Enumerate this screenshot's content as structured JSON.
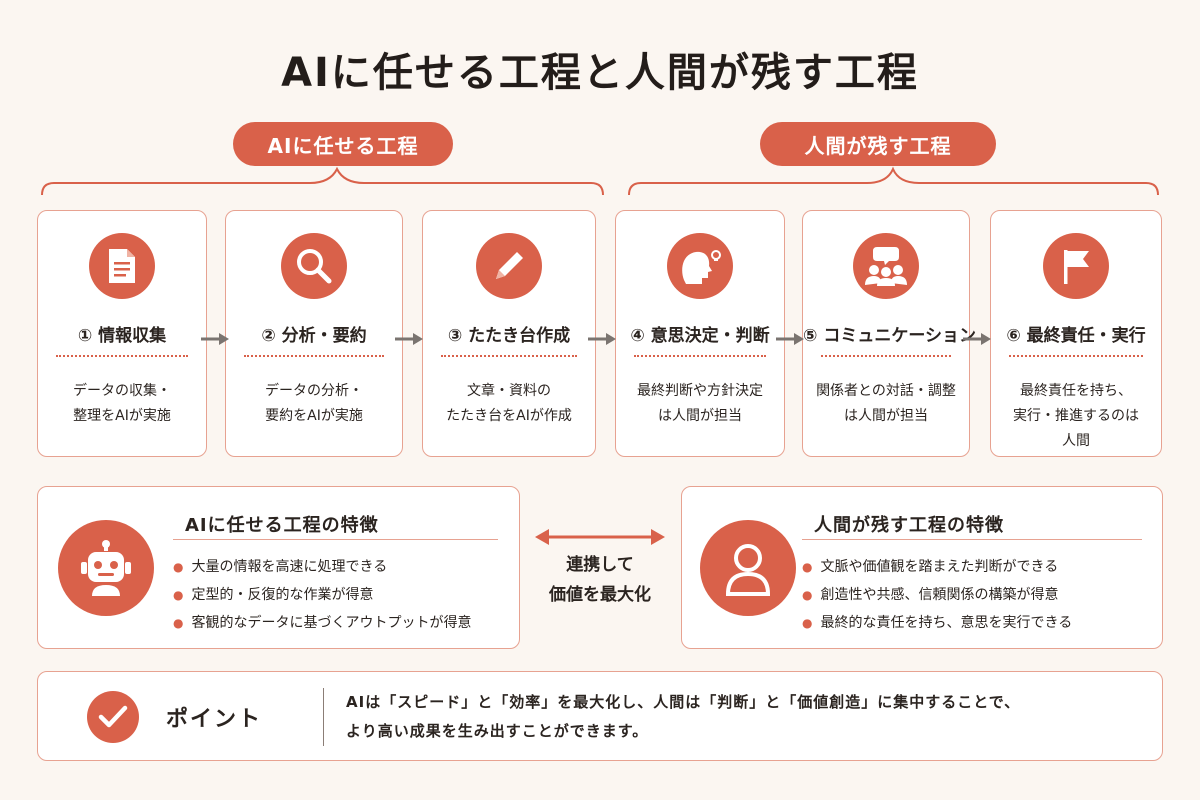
{
  "title": "AIに任せる工程と人間が残す工程",
  "groups": {
    "ai_label": "AIに任せる工程",
    "human_label": "人間が残す工程"
  },
  "steps": [
    {
      "number": "①",
      "title": "情報収集",
      "icon": "document-icon",
      "desc": "データの収集・\n整理をAIが実施"
    },
    {
      "number": "②",
      "title": "分析・要約",
      "icon": "magnifier-icon",
      "desc": "データの分析・\n要約をAIが実施"
    },
    {
      "number": "③",
      "title": "たたき台作成",
      "icon": "pencil-icon",
      "desc": "文章・資料の\nたたき台をAIが作成"
    },
    {
      "number": "④",
      "title": "意思決定・判断",
      "icon": "head-lightbulb-icon",
      "desc": "最終判断や方針決定\nは人間が担当"
    },
    {
      "number": "⑤",
      "title": "コミュニケーション",
      "icon": "people-speech-icon",
      "desc": "関係者との対話・調整\nは人間が担当"
    },
    {
      "number": "⑥",
      "title": "最終責任・実行",
      "icon": "flag-icon",
      "desc": "最終責任を持ち、\n実行・推進するのは\n人間"
    }
  ],
  "features": {
    "ai": {
      "title": "AIに任せる工程の特徴",
      "icon": "robot-icon",
      "items": [
        "大量の情報を高速に処理できる",
        "定型的・反復的な作業が得意",
        "客観的なデータに基づくアウトプットが得意"
      ]
    },
    "human": {
      "title": "人間が残す工程の特徴",
      "icon": "person-icon",
      "items": [
        "文脈や価値観を踏まえた判断ができる",
        "創造性や共感、信頼関係の構築が得意",
        "最終的な責任を持ち、意思を実行できる"
      ]
    }
  },
  "link_text": "連携して\n価値を最大化",
  "point": {
    "label": "ポイント",
    "text": "AIは「スピード」と「効率」を最大化し、人間は「判断」と「価値創造」に集中することで、\nより高い成果を生み出すことができます。",
    "icon": "checkmark-icon"
  },
  "colors": {
    "accent": "#d9614a",
    "border": "#e7a291",
    "background": "#fbf6f1"
  }
}
